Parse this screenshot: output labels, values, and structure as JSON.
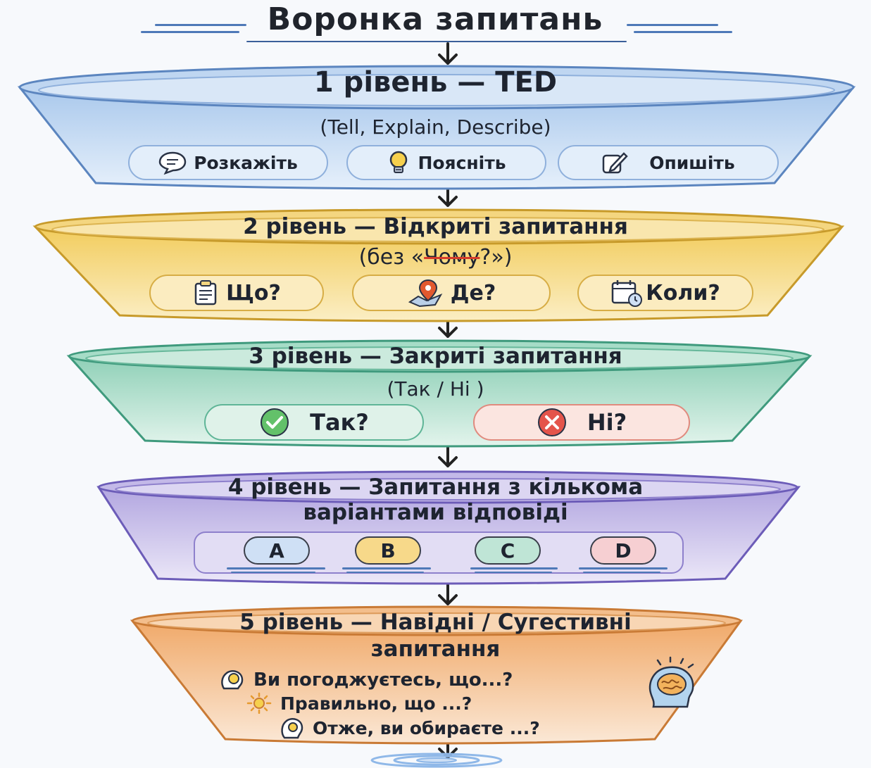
{
  "title": "Воронка запитань",
  "levels": [
    {
      "heading": "1 рівень — TED",
      "subtitle": "(Tell, Explain, Describe)",
      "items": [
        {
          "label": "Розкажіть",
          "icon": "speech-bubble-icon"
        },
        {
          "label": "Поясніть",
          "icon": "lightbulb-icon"
        },
        {
          "label": "Опишіть",
          "icon": "pencil-icon"
        }
      ],
      "colors": {
        "fill": "#cfe0f5",
        "rim": "#9ec0e6",
        "stroke": "#5b85bf"
      }
    },
    {
      "heading": "2 рівень — Відкриті запитання",
      "subtitle_prefix": "(без «",
      "subtitle_struck": "Чому",
      "subtitle_suffix": "?»)",
      "items": [
        {
          "label": "Що?",
          "icon": "clipboard-icon"
        },
        {
          "label": "Де?",
          "icon": "map-pin-icon"
        },
        {
          "label": "Коли?",
          "icon": "calendar-clock-icon"
        }
      ],
      "colors": {
        "fill": "#f6dc8f",
        "rim": "#f2cf68",
        "stroke": "#c79a2a"
      }
    },
    {
      "heading": "3 рівень — Закриті запитання",
      "subtitle": "(Так / Ні )",
      "items": [
        {
          "label": "Так?",
          "icon": "check-circle-icon"
        },
        {
          "label": "Ні?",
          "icon": "x-circle-icon"
        }
      ],
      "colors": {
        "fill": "#bfe5d6",
        "rim": "#97d3bd",
        "stroke": "#3f9a7d"
      }
    },
    {
      "heading_line1": "4 рівень — Запитання з кількома",
      "heading_line2": "варіантами відповіді",
      "options": [
        "A",
        "B",
        "C",
        "D"
      ],
      "colors": {
        "fill": "#d7d0ef",
        "rim": "#b9aee3",
        "stroke": "#6c5cb8"
      }
    },
    {
      "heading_line1": "5 рівень — Навідні / Сугестивні",
      "heading_line2": "запитання",
      "lines": [
        "Ви погоджуєтесь, що...?",
        "Правильно, що ...?",
        "Отже, ви обираєте ...?"
      ],
      "colors": {
        "fill": "#f6d4b0",
        "rim": "#f1b680",
        "stroke": "#c97a35"
      }
    }
  ]
}
